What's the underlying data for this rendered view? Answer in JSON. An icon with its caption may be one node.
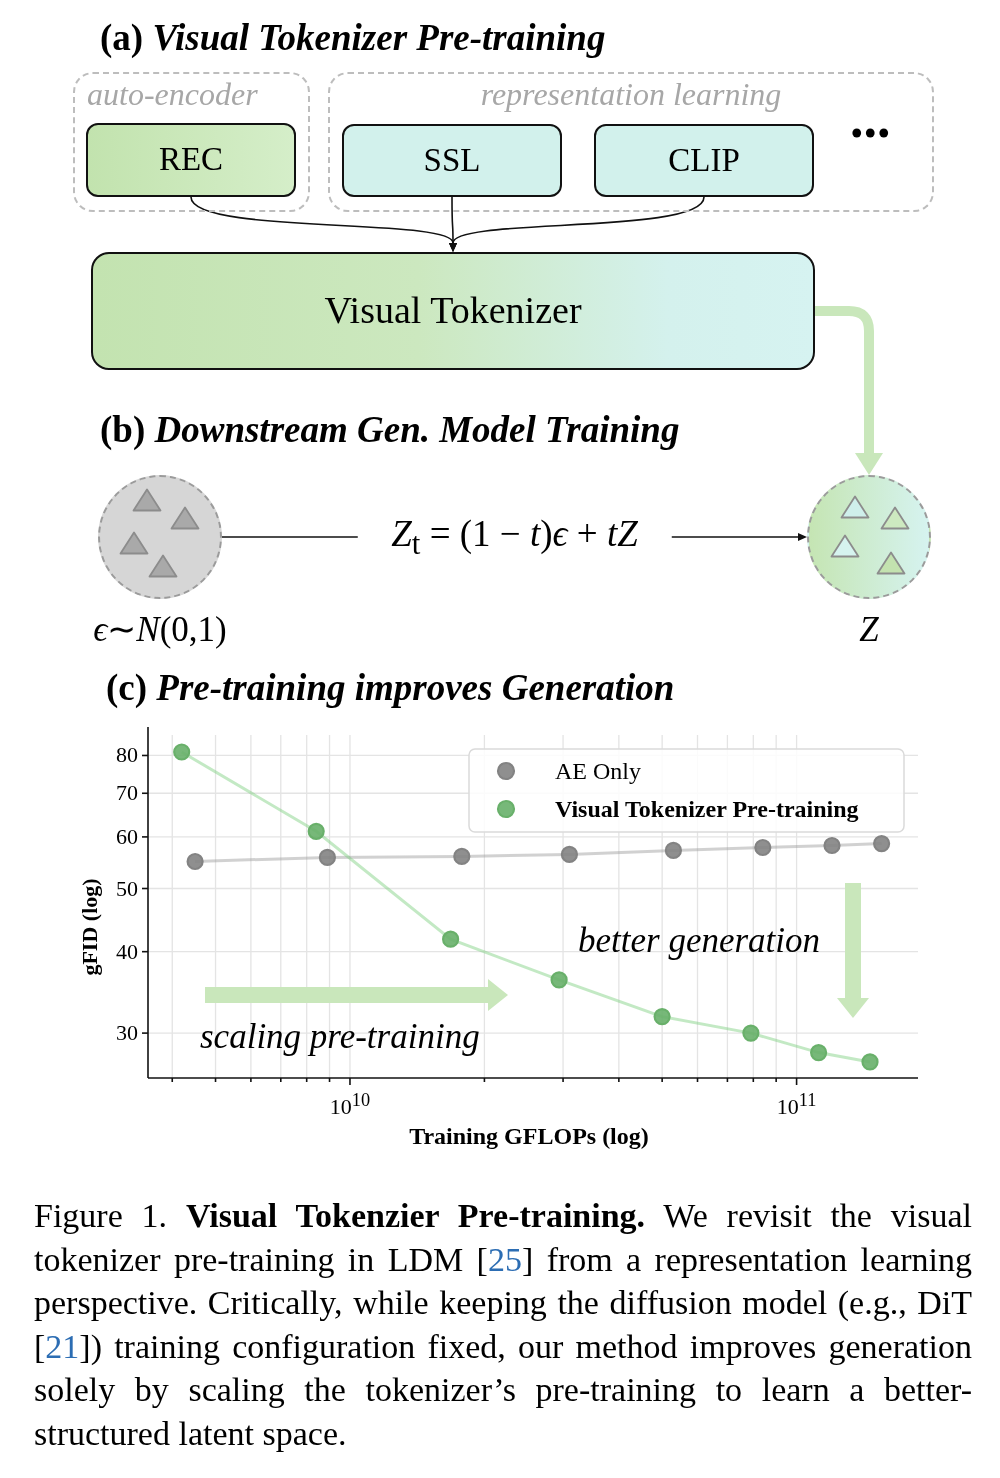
{
  "diagram": {
    "caption": "Figure 1. **Visual Tokenzier Pre-training.** We revisit the visual tokenizer pre-training in LDM [25] from a representation learning perspective. Critically, while keeping the diffusion model (e.g., DiT [21]) training configuration fixed, our method improves generation solely by scaling the tokenizer’s pre-training to learn a better-structured latent space.",
    "nodes": [
      {
        "text": [
          "auto-encoder"
        ]
      },
      {
        "text": [
          "REC"
        ],
        "in": 0
      },
      {
        "text": [
          "representation learning"
        ]
      },
      {
        "text": [
          "SSL"
        ],
        "in": 2
      },
      {
        "text": [
          "CLIP"
        ],
        "in": 2
      },
      {
        "text": [
          "Visual Tokenizer"
        ]
      },
      {
        "text": [],
        "shape": "circle",
        "beside": [
          "*ϵ*∼*N*(0,1)"
        ]
      },
      {
        "text": [],
        "shape": "circle",
        "beside": [
          "Z"
        ]
      }
    ],
    "edges": [
      {
        "from": 1,
        "to": 5,
        "arrow": "to"
      },
      {
        "from": 3,
        "to": 5,
        "arrow": "to"
      },
      {
        "from": 4,
        "to": 5,
        "arrow": "to"
      },
      {
        "from": 5,
        "to": 7,
        "arrow": "to",
        "style": "thick",
        "color": "#c9e7bb"
      },
      {
        "from": 6,
        "to": 7,
        "arrow": "to",
        "label": "*Z*$_{t}$ = (1 − *t*)*ϵ* + *tZ*"
      }
    ],
    "labels": [
      "(a) *Visual Tokenizer Pre-training*",
      "...",
      "(b) *Downstream Gen. Model Training*"
    ],
    "chart_data": {
      "type": "line",
      "title": "(c) *Pre-training improves Generation*",
      "xlabel": "Training GFLOPs (log)",
      "ylabel": "gFID (log)",
      "log": "xy",
      "grid": true,
      "legend": "upper right",
      "series": [
        {
          "name": "AE Only",
          "color": "#9a9a9a",
          "marker": "circle",
          "x": [
            4500000000.0,
            8900000000.0,
            17800000000.0,
            31000000000.0,
            53000000000.0,
            84000000000.0,
            120000000000.0,
            155000000000.0
          ],
          "values": [
            55.0,
            55.8,
            56.0,
            56.4,
            57.2,
            57.8,
            58.2,
            58.6
          ]
        },
        {
          "name": "Visual Tokenizer Pre-training",
          "color": "#7bcf7d",
          "marker": "circle",
          "x": [
            4200000000.0,
            8400000000.0,
            16800000000.0,
            29400000000.0,
            50000000000.0,
            79000000000.0,
            112000000000.0,
            146000000000.0
          ],
          "values": [
            81.0,
            61.2,
            41.8,
            36.2,
            31.8,
            30.0,
            28.0,
            27.1
          ]
        }
      ],
      "xlim": [
        3530000000.0,
        187000000000.0
      ],
      "ylim": [
        25.6,
        86
      ],
      "xticks": [
        {
          "value": 10000000000.0,
          "label": "10$^{10}$"
        },
        {
          "value": 100000000000.0,
          "label": "10$^{11}$"
        }
      ],
      "yticks": [
        30,
        40,
        50,
        60,
        70,
        80
      ],
      "annotations": [
        {
          "text": "scaling pre-training"
        },
        {
          "text": "better generation"
        }
      ]
    }
  }
}
